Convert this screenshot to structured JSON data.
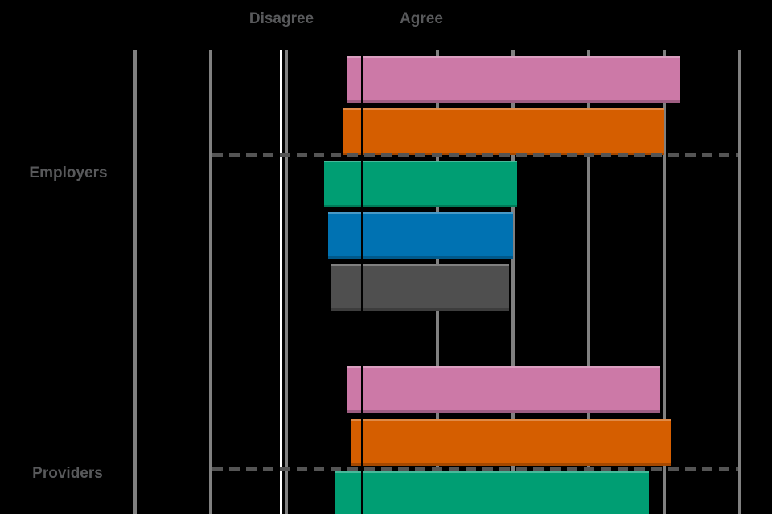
{
  "chart_data": {
    "type": "bar",
    "orientation": "horizontal",
    "diverging": true,
    "title": "",
    "axis_labels": {
      "negative": "Disagree",
      "positive": "Agree"
    },
    "x_axis": {
      "tick_labels_visible": false,
      "gridlines_pct": [
        -60,
        -40,
        -20,
        20,
        40,
        60,
        80,
        100
      ],
      "highlight_gridline_pct": -20,
      "range_pct": [
        -60,
        100
      ],
      "zero_line": true
    },
    "legend": {
      "visible": false
    },
    "groups": [
      {
        "label": "Employers",
        "separator_after_bar_index": 1,
        "bars": [
          {
            "color_name": "pink",
            "color": "#CC79A7",
            "disagree_pct": 4,
            "agree_pct": 84
          },
          {
            "color_name": "orange",
            "color": "#D55E00",
            "disagree_pct": 5,
            "agree_pct": 80
          },
          {
            "color_name": "green",
            "color": "#009E73",
            "disagree_pct": 10,
            "agree_pct": 41
          },
          {
            "color_name": "blue",
            "color": "#0072B2",
            "disagree_pct": 9,
            "agree_pct": 40
          },
          {
            "color_name": "dark-gray",
            "color": "#4F4F4F",
            "disagree_pct": 8,
            "agree_pct": 39
          }
        ]
      },
      {
        "label": "Providers",
        "separator_after_bar_index": 1,
        "bars": [
          {
            "color_name": "pink",
            "color": "#CC79A7",
            "disagree_pct": 4,
            "agree_pct": 79
          },
          {
            "color_name": "orange",
            "color": "#D55E00",
            "disagree_pct": 3,
            "agree_pct": 82
          },
          {
            "color_name": "green",
            "color": "#009E73",
            "disagree_pct": 7,
            "agree_pct": 76,
            "clipped_at_bottom": true
          }
        ]
      }
    ],
    "colors": {
      "gridline": "#808080",
      "highlight_gridline": "#FFFFFF",
      "zero_axis_line": "#000000",
      "dashed_separator": "#545454",
      "label_text": "#58595B",
      "background": "#000000"
    }
  }
}
